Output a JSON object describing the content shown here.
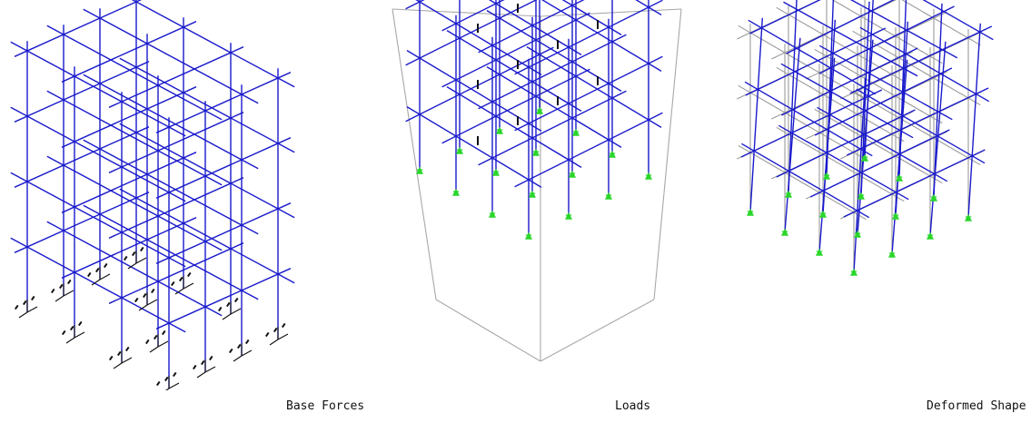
{
  "panels": [
    {
      "id": "base-forces",
      "caption": "Base Forces"
    },
    {
      "id": "loads",
      "caption": "Loads"
    },
    {
      "id": "deformed-shape",
      "caption": "Deformed Shape"
    }
  ],
  "colors": {
    "member": "#1a1acc",
    "undeformed": "#9a9a9a",
    "support": "#2bd62b",
    "bounding_box": "#a8a8a8",
    "reaction_arrow": "#111111",
    "background": "#ffffff"
  },
  "icons": [
    "support-marker-icon",
    "reaction-arrow-icon"
  ]
}
